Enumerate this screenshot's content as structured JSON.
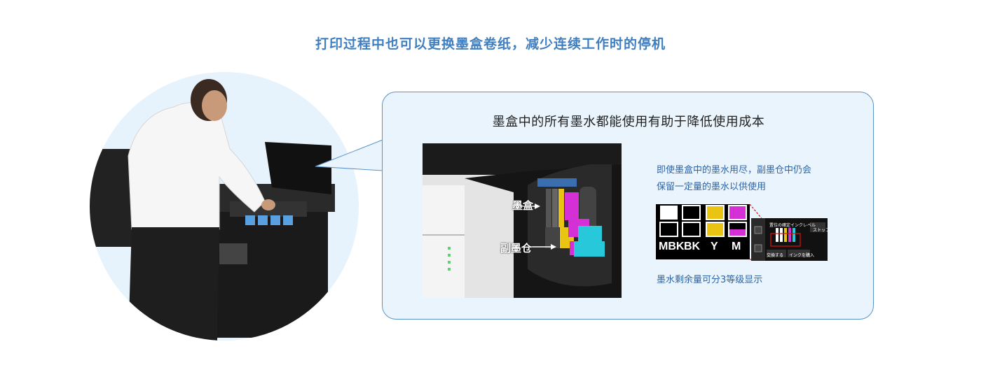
{
  "headline": "打印过程中也可以更换墨盒卷纸，减少连续工作时的停机",
  "panel": {
    "title": "墨盒中的所有墨水都能使用有助于降低使用成本",
    "label_cartridge": "墨盒",
    "label_subtank": "副墨仓",
    "note_line1": "即使墨盒中的墨水用尽，副墨仓中仍会",
    "note_line2": "保留一定量的墨水以供使用",
    "note_levels": "墨水剩余量可分3等级显示",
    "ink_names": [
      "MBK",
      "BK",
      "Y",
      "M"
    ],
    "screen": {
      "title": "置位の確定インクレベル",
      "side_label": "ストップ",
      "button_1": "交換する",
      "button_2": "インクを購入"
    }
  },
  "colors": {
    "headline": "#3f7fc1",
    "panel_border": "#5b94c9",
    "panel_bg": "#e9f4fc",
    "circle_bg": "#e6f3fc",
    "ink_yellow": "#e9c412",
    "ink_magenta": "#d530d6",
    "ink_cyan": "#26c8d9"
  }
}
